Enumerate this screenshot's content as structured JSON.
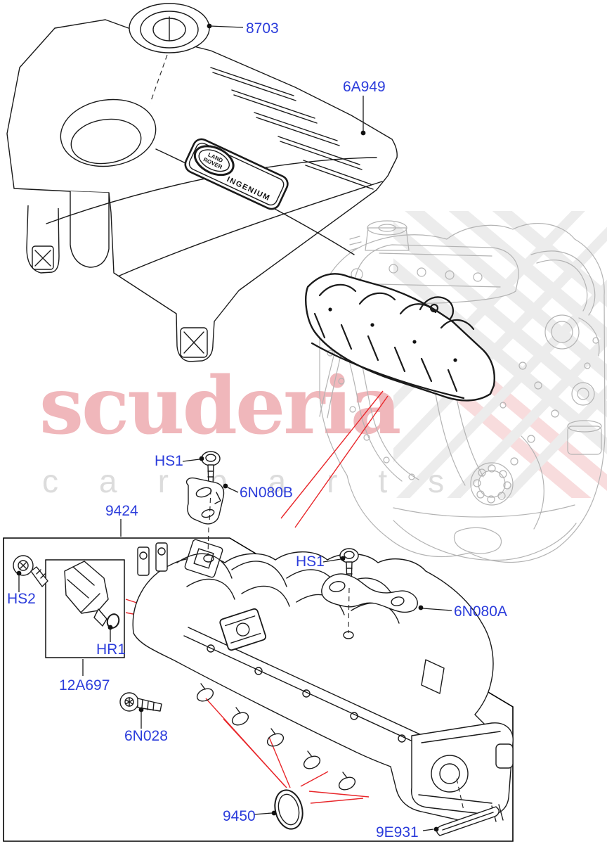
{
  "theme": {
    "label": "#2b3cdb",
    "red": "#e8262a",
    "art": "#1a1a1a",
    "engine": "#b3b3b3",
    "pink": "#f0b7bb",
    "sub": "#dcdcdc",
    "stripe": "#ececec",
    "stripe_pink": "#f8dcdd"
  },
  "watermark": {
    "brand": "scuderia",
    "sub": "carparts"
  },
  "badge": {
    "brand_line1": "LAND",
    "brand_line2": "ROVER",
    "model_text": "INGENIUM"
  },
  "labels": [
    {
      "text": "8703"
    },
    {
      "text": "6A949"
    },
    {
      "text": "HS1"
    },
    {
      "text": "6N080B"
    },
    {
      "text": "9424"
    },
    {
      "text": "HS2"
    },
    {
      "text": "HR1"
    },
    {
      "text": "12A697"
    },
    {
      "text": "6N028"
    },
    {
      "text": "HS1"
    },
    {
      "text": "6N080A"
    },
    {
      "text": "9450"
    },
    {
      "text": "9E931"
    }
  ]
}
